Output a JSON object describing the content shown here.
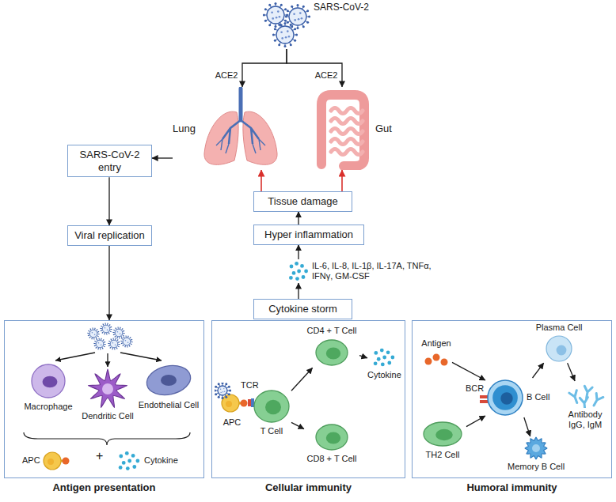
{
  "diagram": {
    "nodes": [
      {
        "text": [
          "SARS-CoV-2"
        ]
      },
      {
        "text": [
          "Lung"
        ]
      },
      {
        "text": [
          "Gut"
        ]
      },
      {
        "text": [
          "SARS-CoV-2 entry"
        ]
      },
      {
        "text": [
          "Tissue damage"
        ]
      },
      {
        "text": [
          "Viral replication"
        ]
      },
      {
        "text": [
          "Hyper inflammation"
        ]
      },
      {
        "text": [
          "IL-6, IL-8, IL-1β, IL-17A, TNFα, IFNγ, GM-CSF"
        ]
      },
      {
        "text": [
          "Cytokine storm"
        ]
      },
      {
        "text": [
          "Antigen presentation"
        ]
      },
      {
        "text": [
          "Macrophage"
        ],
        "in": 9
      },
      {
        "text": [
          "Dendritic Cell"
        ],
        "in": 9
      },
      {
        "text": [
          "Endothelial Cell"
        ],
        "in": 9
      },
      {
        "text": [
          "APC"
        ],
        "in": 9
      },
      {
        "text": [
          "Cytokine"
        ],
        "in": 9
      },
      {
        "text": [
          "Cellular immunity"
        ]
      },
      {
        "text": [
          "APC"
        ],
        "in": 15
      },
      {
        "text": [
          "T Cell"
        ],
        "in": 15
      },
      {
        "text": [
          "CD4 + T Cell"
        ],
        "in": 15
      },
      {
        "text": [
          "CD8 + T Cell"
        ],
        "in": 15
      },
      {
        "text": [
          "Cytokine"
        ],
        "in": 15
      },
      {
        "text": [
          "Humoral immunity"
        ]
      },
      {
        "text": [
          "Antigen"
        ],
        "in": 21
      },
      {
        "text": [
          "TH2 Cell"
        ],
        "in": 21
      },
      {
        "text": [
          "B Cell"
        ],
        "in": 21
      },
      {
        "text": [
          "Plasma Cell"
        ],
        "in": 21
      },
      {
        "text": [
          "Memory B Cell"
        ],
        "in": 21
      },
      {
        "text": [
          "Antibody IgG, IgM"
        ],
        "in": 21
      }
    ],
    "edges": [
      {
        "from": 0,
        "to": 1,
        "label": "ACE2",
        "arrow": "to"
      },
      {
        "from": 0,
        "to": 2,
        "label": "ACE2",
        "arrow": "to"
      },
      {
        "from": 1,
        "to": 3,
        "arrow": "to"
      },
      {
        "from": 3,
        "to": 5,
        "arrow": "to"
      },
      {
        "from": 5,
        "to": 9,
        "arrow": "to"
      },
      {
        "from": 8,
        "to": 7,
        "arrow": "to"
      },
      {
        "from": 7,
        "to": 6,
        "arrow": "to"
      },
      {
        "from": 6,
        "to": 4,
        "arrow": "to"
      },
      {
        "from": 4,
        "to": 1,
        "arrow": "to"
      },
      {
        "from": 4,
        "to": 2,
        "arrow": "to"
      },
      {
        "from": 17,
        "to": 18,
        "arrow": "to"
      },
      {
        "from": 17,
        "to": 19,
        "arrow": "to"
      },
      {
        "from": 18,
        "to": 20,
        "arrow": "to"
      },
      {
        "from": 22,
        "to": 24,
        "arrow": "to"
      },
      {
        "from": 23,
        "to": 24,
        "arrow": "to"
      },
      {
        "from": 24,
        "to": 25,
        "arrow": "to"
      },
      {
        "from": 24,
        "to": 26,
        "arrow": "to"
      },
      {
        "from": 25,
        "to": 27,
        "arrow": "to"
      }
    ],
    "labels": [
      "+",
      "TCR",
      "BCR"
    ]
  }
}
